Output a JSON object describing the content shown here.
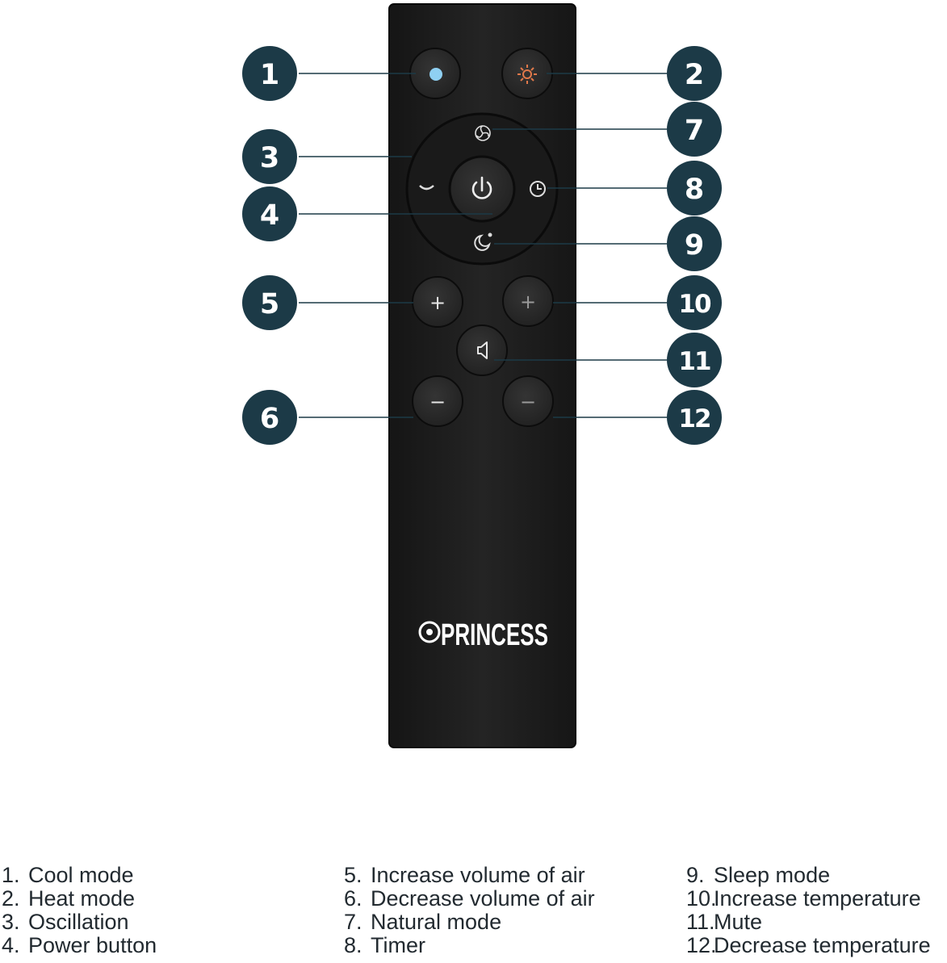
{
  "brand": {
    "logo_text": "PRINCESS"
  },
  "colors": {
    "callout_fill": "#1c3a47",
    "callout_text": "#ffffff",
    "remote_body": "#1d1d1d",
    "button_fill": "#2a2a2a",
    "cool_led": "#8fd0f2",
    "heat_icon": "#e0784a",
    "leader_line": "#1c3a47"
  },
  "callouts": [
    "1",
    "2",
    "3",
    "4",
    "5",
    "6",
    "7",
    "8",
    "9",
    "10",
    "11",
    "12"
  ],
  "buttons": {
    "plus": "+",
    "minus": "−"
  },
  "legend": [
    {
      "num": "1.",
      "label": "Cool mode"
    },
    {
      "num": "2.",
      "label": "Heat mode"
    },
    {
      "num": "3.",
      "label": "Oscillation"
    },
    {
      "num": "4.",
      "label": "Power button"
    },
    {
      "num": "5.",
      "label": "Increase volume of air"
    },
    {
      "num": "6.",
      "label": "Decrease volume of air"
    },
    {
      "num": "7.",
      "label": "Natural mode"
    },
    {
      "num": "8.",
      "label": "Timer"
    },
    {
      "num": "9.",
      "label": "Sleep mode"
    },
    {
      "num": "10.",
      "label": "Increase temperature"
    },
    {
      "num": "11.",
      "label": "Mute"
    },
    {
      "num": "12.",
      "label": "Decrease temperature"
    }
  ]
}
